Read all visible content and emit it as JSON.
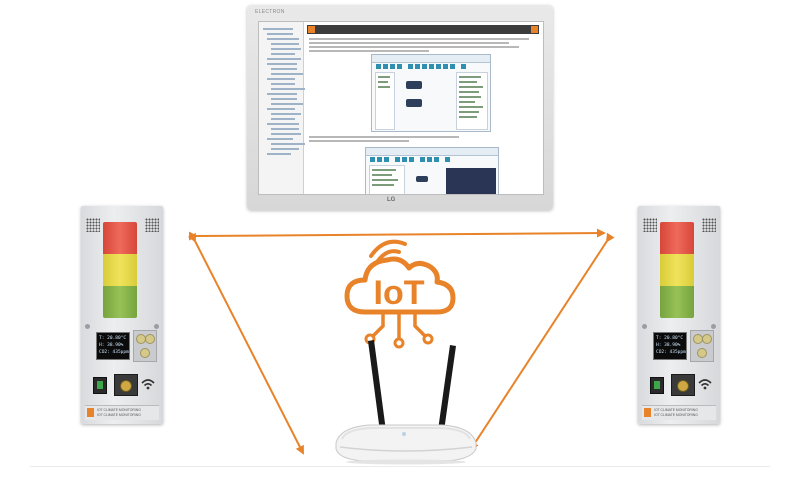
{
  "diagram": {
    "center_label": "IoT",
    "colors": {
      "accent": "#e8832a",
      "lamp_red": "#e25544",
      "lamp_yellow": "#e4d640",
      "lamp_green": "#86b34a"
    },
    "icons": [
      "monitor-icon",
      "cloud-iot-icon",
      "wifi-icon",
      "router-icon",
      "andon-tower-icon"
    ]
  },
  "monitor": {
    "brand": "ELECTRON",
    "logo": "LG"
  },
  "towers": {
    "oled_line1": "T: 20.80°C",
    "oled_line2": "H: 38.90%",
    "oled_line3": "CO2: 435ppm",
    "label_line1": "IOT CLIMATE MONITORING",
    "label_line2": "IOT CLIMATE MONITORING"
  }
}
